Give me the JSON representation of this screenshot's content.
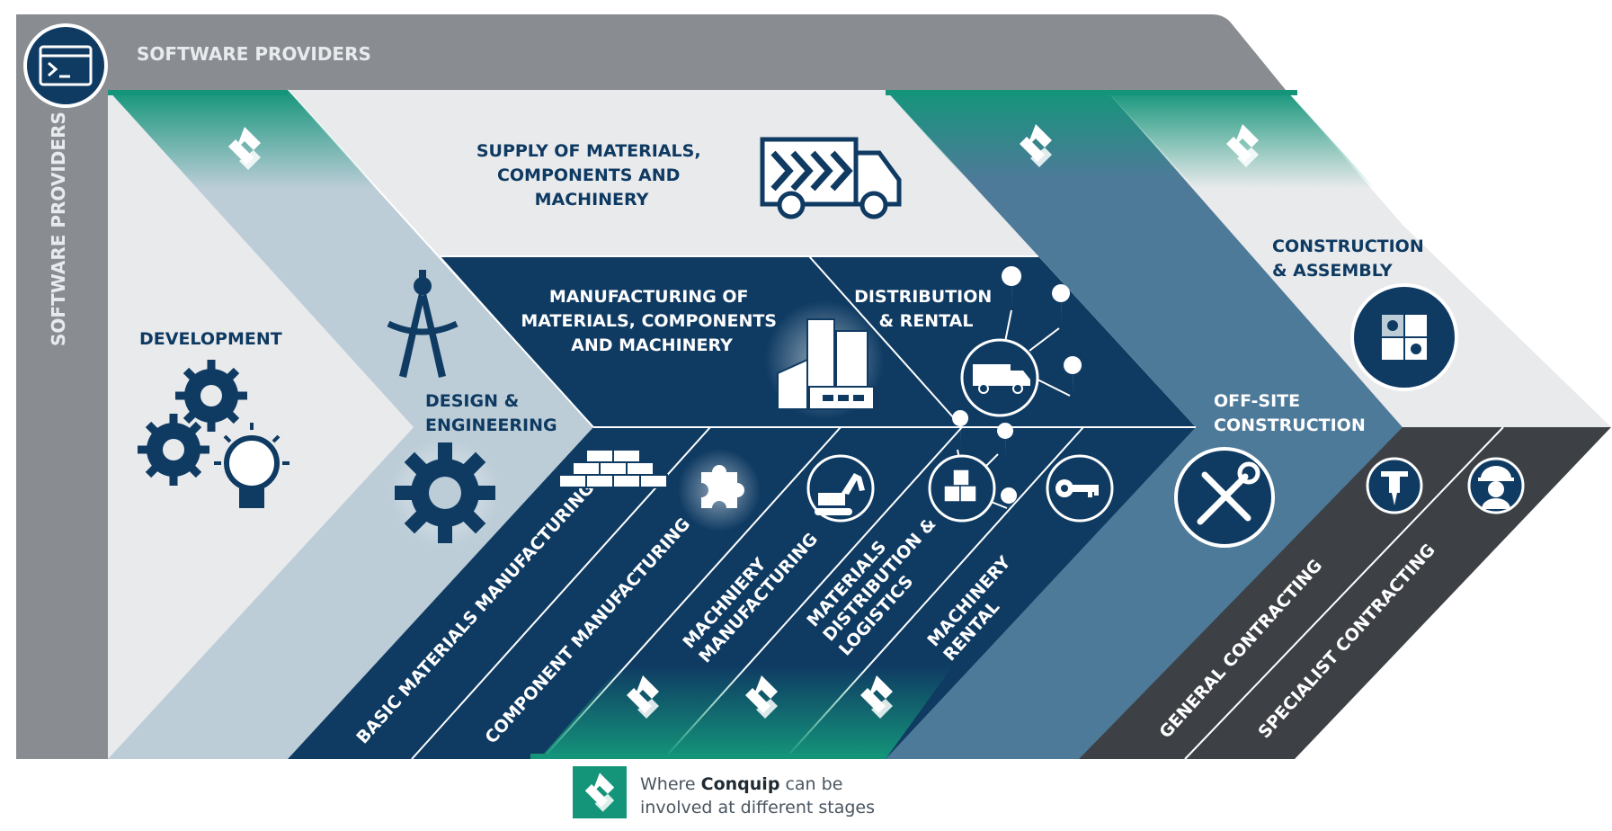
{
  "colors": {
    "grey_frame": "#898c91",
    "light_panel": "#e9eaec",
    "pale_blue": "#bccdd8",
    "navy": "#0f3b63",
    "steel_blue": "#4e7a99",
    "dark_grey": "#3d4146",
    "green": "#14957a"
  },
  "frame": {
    "top_label": "SOFTWARE PROVIDERS",
    "side_label": "SOFTWARE PROVIDERS",
    "icon": "terminal-window-icon"
  },
  "stages": {
    "development": "DEVELOPMENT",
    "design_1": "DESIGN &",
    "design_2": "ENGINEERING",
    "supply_1": "SUPPLY OF MATERIALS,",
    "supply_2": "COMPONENTS AND",
    "supply_3": "MACHINERY",
    "manufacturing_1": "MANUFACTURING OF",
    "manufacturing_2": "MATERIALS, COMPONENTS",
    "manufacturing_3": "AND MACHINERY",
    "distribution_1": "DISTRIBUTION",
    "distribution_2": "& RENTAL",
    "construction_1": "CONSTRUCTION",
    "construction_2": "& ASSEMBLY",
    "offsite_1": "OFF-SITE",
    "offsite_2": "CONSTRUCTION"
  },
  "substages": {
    "basic_materials": "BASIC MATERIALS MANUFACTURING",
    "component": "COMPONENT MANUFACTURING",
    "machinery_1": "MACHNIERY",
    "machinery_2": "MANUFACTURING",
    "materials_dist_1": "MATERIALS",
    "materials_dist_2": "DISTRIBUTION &",
    "materials_dist_3": "LOGISTICS",
    "machinery_rental_1": "MACHINERY",
    "machinery_rental_2": "RENTAL",
    "general_contracting": "GENERAL CONTRACTING",
    "specialist_contracting": "SPECIALIST CONTRACTING"
  },
  "legend": {
    "line1_prefix": "Where ",
    "line1_brand": "Conquip",
    "line1_suffix": " can be",
    "line2": "involved at different stages",
    "icon": "conquip-logo-icon"
  },
  "icons": [
    "terminal-window-icon",
    "gears-lightbulb-icon",
    "drafting-compass-icon",
    "gear-icon",
    "delivery-truck-icon",
    "factory-icon",
    "route-pins-icon",
    "puzzle-icon",
    "bricks-icon",
    "puzzle-piece-icon",
    "excavator-icon",
    "boxes-icon",
    "key-icon",
    "wrench-screwdriver-icon",
    "jackhammer-icon",
    "worker-helmet-icon",
    "conquip-logo-icon"
  ]
}
